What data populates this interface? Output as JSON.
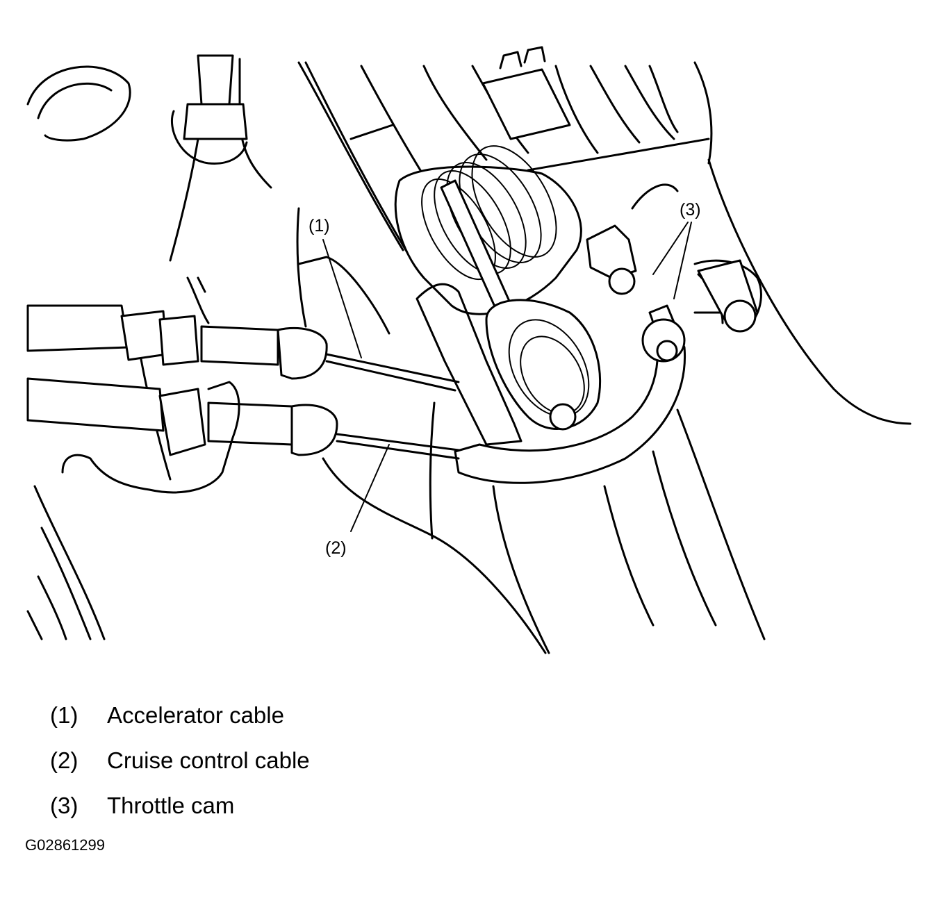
{
  "callouts": {
    "c1": "(1)",
    "c2": "(2)",
    "c3": "(3)"
  },
  "legend": [
    {
      "number": "(1)",
      "text": "Accelerator cable"
    },
    {
      "number": "(2)",
      "text": "Cruise control cable"
    },
    {
      "number": "(3)",
      "text": "Throttle cam"
    }
  ],
  "figure_id": "G02861299"
}
